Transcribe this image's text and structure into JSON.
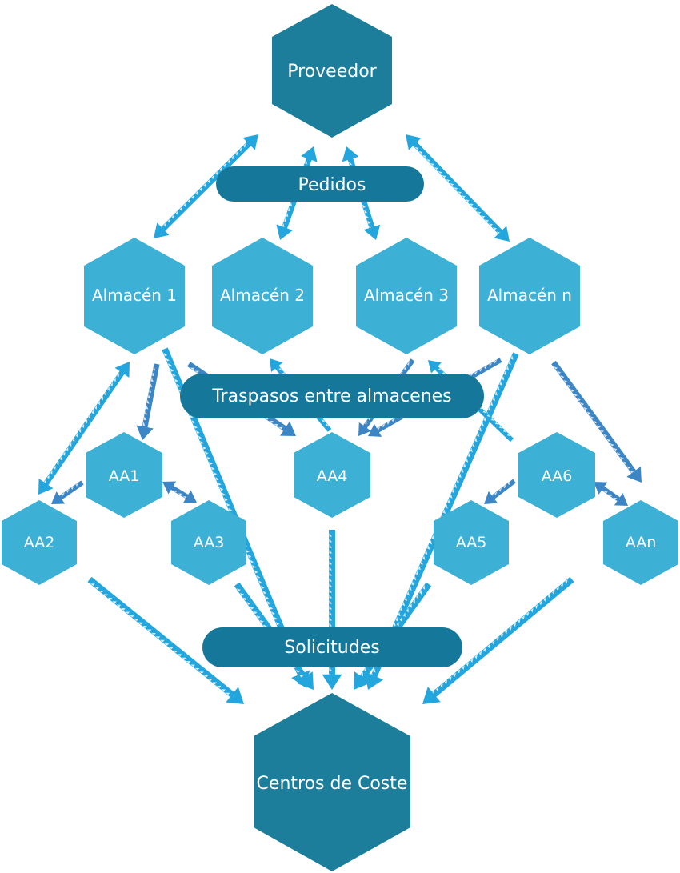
{
  "colors": {
    "dark": "#1c7e9b",
    "light": "#3db0d6",
    "bar": "#15789a",
    "arrow_light": "#22a6dd",
    "arrow_mid": "#3d86c6"
  },
  "nodes": {
    "proveedor": "Proveedor",
    "almacen_1": "Almacén 1",
    "almacen_2": "Almacén 2",
    "almacen_3": "Almacén 3",
    "almacen_n": "Almacén n",
    "aa1": "AA1",
    "aa2": "AA2",
    "aa3": "AA3",
    "aa4": "AA4",
    "aa5": "AA5",
    "aa6": "AA6",
    "aan": "AAn",
    "centros_de_coste": "Centros de Coste"
  },
  "bars": {
    "pedidos": "Pedidos",
    "traspasos": "Traspasos entre almacenes",
    "solicitudes": "Solicitudes"
  }
}
